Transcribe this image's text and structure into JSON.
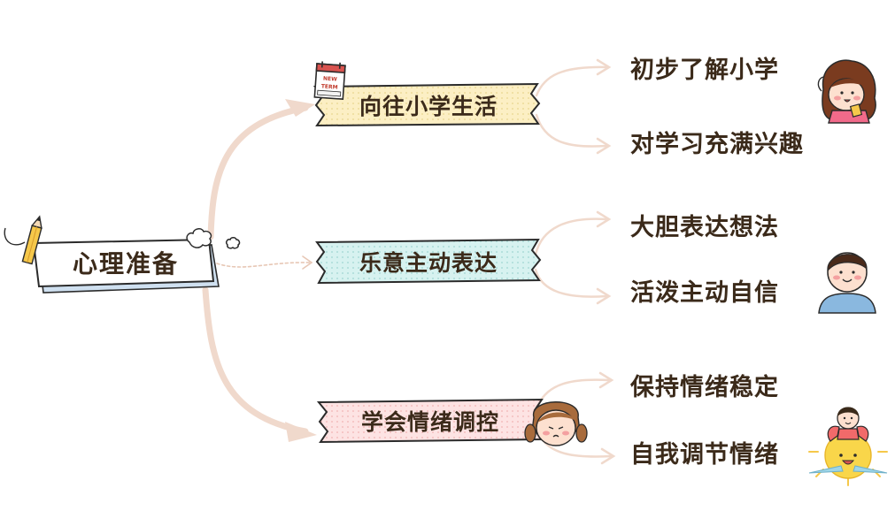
{
  "root": {
    "label": "心理准备"
  },
  "branches": [
    {
      "label": "向往小学生活",
      "leaves": [
        "初步了解小学",
        "对学习充满兴趣"
      ]
    },
    {
      "label": "乐意主动表达",
      "leaves": [
        "大胆表达想法",
        "活泼主动自信"
      ]
    },
    {
      "label": "学会情绪调控",
      "leaves": [
        "保持情绪稳定",
        "自我调节情绪"
      ]
    }
  ],
  "badge": {
    "line1": "NEW",
    "line2": "TERM"
  },
  "colors": {
    "root_fill": "#ffffff",
    "branch1_fill": "#fcefc4",
    "branch2_fill": "#d7f2f0",
    "branch3_fill": "#fde3e3",
    "arrow": "#f0d9cc",
    "outline": "#2b2b2b"
  },
  "icons": [
    "pencil-icon",
    "cloud-icon",
    "calendar-icon",
    "girl-avatar-icon",
    "boy-avatar-icon",
    "girl-pigtails-icon",
    "cheering-kid-icon"
  ]
}
